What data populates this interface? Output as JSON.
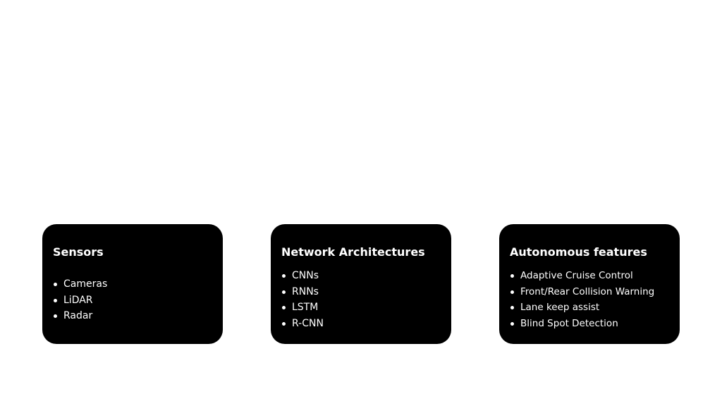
{
  "cards": [
    {
      "title": "Sensors",
      "items": [
        "Cameras",
        "LiDAR",
        "Radar"
      ]
    },
    {
      "title": "Network Architectures",
      "items": [
        "CNNs",
        "RNNs",
        "LSTM",
        "R-CNN"
      ]
    },
    {
      "title": "Autonomous features",
      "items": [
        "Adaptive Cruise Control",
        "Front/Rear Collision Warning",
        "Lane keep assist",
        "Blind Spot Detection"
      ]
    }
  ],
  "colors": {
    "background": "#ffffff",
    "card_fill": "#000000",
    "card_text": "#ffffff",
    "car_outline": "#ffffff"
  },
  "icons": {
    "car": "car-icon"
  }
}
